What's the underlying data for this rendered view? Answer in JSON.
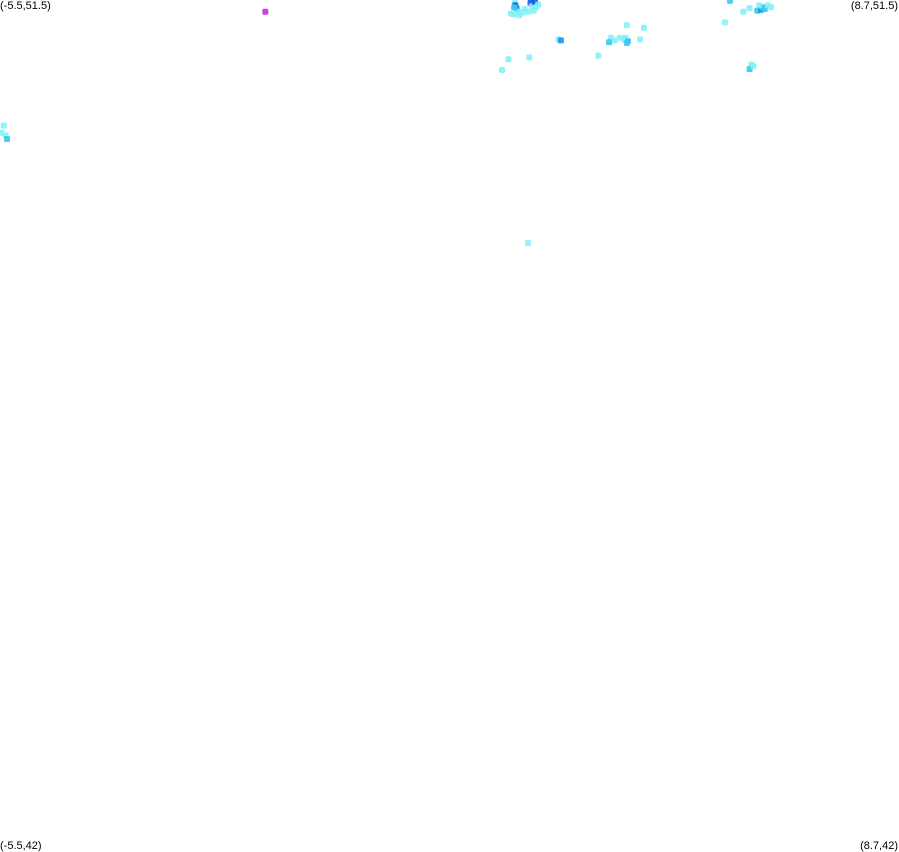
{
  "map": {
    "bounds": {
      "lon_min": -5.5,
      "lon_max": 8.7,
      "lat_min": 42,
      "lat_max": 51.5
    },
    "corner_labels": {
      "top_left": "(-5.5,51.5)",
      "top_right": "(8.7,51.5)",
      "bottom_left": "(-5.5,42)",
      "bottom_right": "(8.7,42)"
    },
    "palette": {
      "light": "#7FF0F8",
      "medium": "#38C8F0",
      "strong": "#1A96E8",
      "dark": "#0A5AE0",
      "magenta": "#C030E0"
    },
    "points": [
      {
        "lon": -1.31,
        "lat": 51.37,
        "color": "magenta"
      },
      {
        "lon": 2.63,
        "lat": 51.49,
        "color": "light"
      },
      {
        "lon": 2.64,
        "lat": 51.44,
        "color": "dark"
      },
      {
        "lon": 2.66,
        "lat": 51.41,
        "color": "strong"
      },
      {
        "lon": 2.57,
        "lat": 51.35,
        "color": "light"
      },
      {
        "lon": 2.61,
        "lat": 51.34,
        "color": "light"
      },
      {
        "lon": 2.69,
        "lat": 51.37,
        "color": "light"
      },
      {
        "lon": 2.7,
        "lat": 51.33,
        "color": "light"
      },
      {
        "lon": 2.75,
        "lat": 51.36,
        "color": "light"
      },
      {
        "lon": 2.79,
        "lat": 51.4,
        "color": "light"
      },
      {
        "lon": 2.84,
        "lat": 51.37,
        "color": "light"
      },
      {
        "lon": 2.88,
        "lat": 51.47,
        "color": "dark"
      },
      {
        "lon": 2.9,
        "lat": 51.43,
        "color": "light"
      },
      {
        "lon": 2.95,
        "lat": 51.48,
        "color": "dark"
      },
      {
        "lon": 2.97,
        "lat": 51.42,
        "color": "light"
      },
      {
        "lon": 2.93,
        "lat": 51.38,
        "color": "light"
      },
      {
        "lon": 3.0,
        "lat": 51.45,
        "color": "light"
      },
      {
        "lon": 2.62,
        "lat": 51.42,
        "color": "medium"
      },
      {
        "lon": 3.32,
        "lat": 51.06,
        "color": "light"
      },
      {
        "lon": 3.36,
        "lat": 51.05,
        "color": "strong"
      },
      {
        "lon": 4.4,
        "lat": 51.22,
        "color": "light"
      },
      {
        "lon": 4.38,
        "lat": 51.08,
        "color": "light"
      },
      {
        "lon": 4.15,
        "lat": 51.08,
        "color": "light"
      },
      {
        "lon": 4.12,
        "lat": 51.03,
        "color": "medium"
      },
      {
        "lon": 4.21,
        "lat": 51.05,
        "color": "light"
      },
      {
        "lon": 4.29,
        "lat": 51.08,
        "color": "light"
      },
      {
        "lon": 4.36,
        "lat": 51.06,
        "color": "light"
      },
      {
        "lon": 4.42,
        "lat": 51.04,
        "color": "medium"
      },
      {
        "lon": 4.4,
        "lat": 51.02,
        "color": "medium"
      },
      {
        "lon": 4.67,
        "lat": 51.19,
        "color": "light"
      },
      {
        "lon": 4.61,
        "lat": 51.06,
        "color": "light"
      },
      {
        "lon": 6.03,
        "lat": 51.49,
        "color": "medium"
      },
      {
        "lon": 5.95,
        "lat": 51.25,
        "color": "light"
      },
      {
        "lon": 6.24,
        "lat": 51.37,
        "color": "light"
      },
      {
        "lon": 6.34,
        "lat": 51.41,
        "color": "light"
      },
      {
        "lon": 6.46,
        "lat": 51.38,
        "color": "medium"
      },
      {
        "lon": 6.52,
        "lat": 51.39,
        "color": "strong"
      },
      {
        "lon": 6.55,
        "lat": 51.42,
        "color": "medium"
      },
      {
        "lon": 6.58,
        "lat": 51.4,
        "color": "medium"
      },
      {
        "lon": 6.63,
        "lat": 51.44,
        "color": "light"
      },
      {
        "lon": 6.68,
        "lat": 51.42,
        "color": "light"
      },
      {
        "lon": 6.49,
        "lat": 51.44,
        "color": "light"
      },
      {
        "lon": 6.37,
        "lat": 50.78,
        "color": "light"
      },
      {
        "lon": 6.34,
        "lat": 50.73,
        "color": "medium"
      },
      {
        "lon": 6.4,
        "lat": 50.76,
        "color": "light"
      },
      {
        "lon": 2.53,
        "lat": 50.84,
        "color": "light"
      },
      {
        "lon": 2.43,
        "lat": 50.72,
        "color": "light"
      },
      {
        "lon": 2.86,
        "lat": 50.86,
        "color": "light"
      },
      {
        "lon": 3.95,
        "lat": 50.88,
        "color": "light"
      },
      {
        "lon": -5.44,
        "lat": 50.1,
        "color": "light"
      },
      {
        "lon": -5.48,
        "lat": 50.02,
        "color": "light"
      },
      {
        "lon": -5.41,
        "lat": 49.99,
        "color": "light"
      },
      {
        "lon": -5.39,
        "lat": 49.95,
        "color": "medium"
      },
      {
        "lon": 2.84,
        "lat": 48.79,
        "color": "light"
      }
    ]
  }
}
